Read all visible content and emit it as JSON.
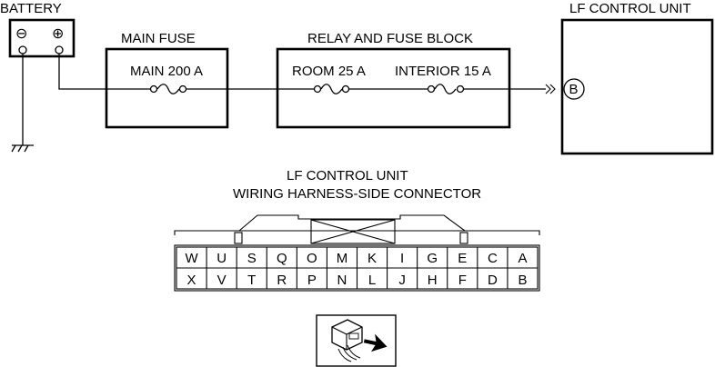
{
  "battery": {
    "label": "BATTERY",
    "neg_symbol": "⊖",
    "pos_symbol": "⊕"
  },
  "main_fuse_block": {
    "label": "MAIN FUSE",
    "fuse_label": "MAIN 200 A"
  },
  "relay_fuse_block": {
    "label": "RELAY AND FUSE BLOCK",
    "fuse1_label": "ROOM 25 A",
    "fuse2_label": "INTERIOR 15 A"
  },
  "control_unit": {
    "label": "LF CONTROL UNIT",
    "terminal": "B"
  },
  "connector": {
    "title_line1": "LF CONTROL UNIT",
    "title_line2": "WIRING HARNESS-SIDE CONNECTOR",
    "top_row": [
      "W",
      "U",
      "S",
      "Q",
      "O",
      "M",
      "K",
      "I",
      "G",
      "E",
      "C",
      "A"
    ],
    "bottom_row": [
      "X",
      "V",
      "T",
      "R",
      "P",
      "N",
      "L",
      "J",
      "H",
      "F",
      "D",
      "B"
    ]
  }
}
